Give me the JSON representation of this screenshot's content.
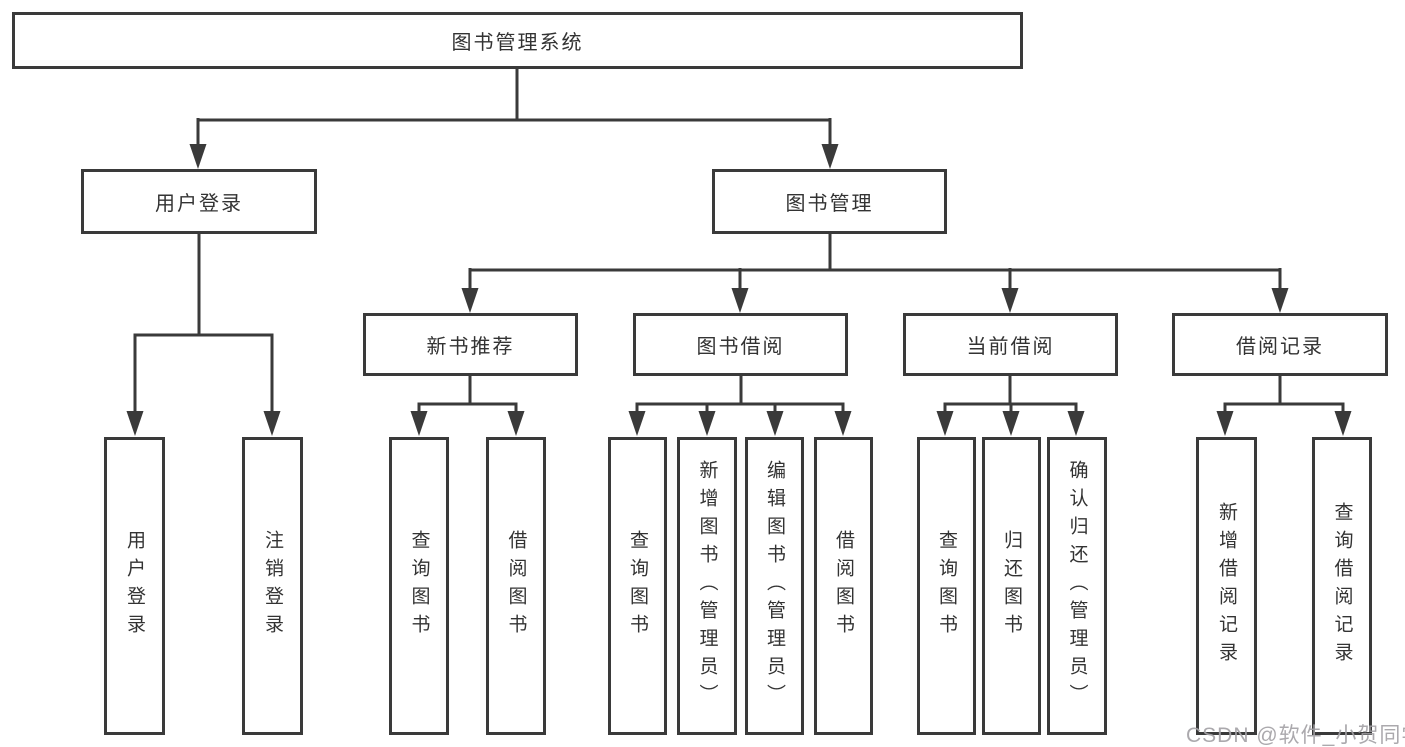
{
  "diagram": {
    "root": "图书管理系统",
    "level2": {
      "user_login": "用户登录",
      "book_management": "图书管理"
    },
    "level3": {
      "new_book_recommend": "新书推荐",
      "book_borrowing": "图书借阅",
      "current_borrowing": "当前借阅",
      "borrowing_records": "借阅记录"
    },
    "leaves": {
      "user_login_children": [
        "用户登录",
        "注销登录"
      ],
      "new_book_children": [
        "查询图书",
        "借阅图书"
      ],
      "book_borrowing_children": [
        "查询图书",
        "新增图书（管理员）",
        "编辑图书（管理员）",
        "借阅图书"
      ],
      "current_borrowing_children": [
        "查询图书",
        "归还图书",
        "确认归还（管理员）"
      ],
      "borrowing_records_children": [
        "新增借阅记录",
        "查询借阅记录"
      ]
    }
  },
  "watermark": "CSDN @软件_小贺同学",
  "colors": {
    "line": "#3a3a3a",
    "text": "#333333",
    "box_fill": "#ffffff",
    "watermark": "#a4a2a6"
  }
}
